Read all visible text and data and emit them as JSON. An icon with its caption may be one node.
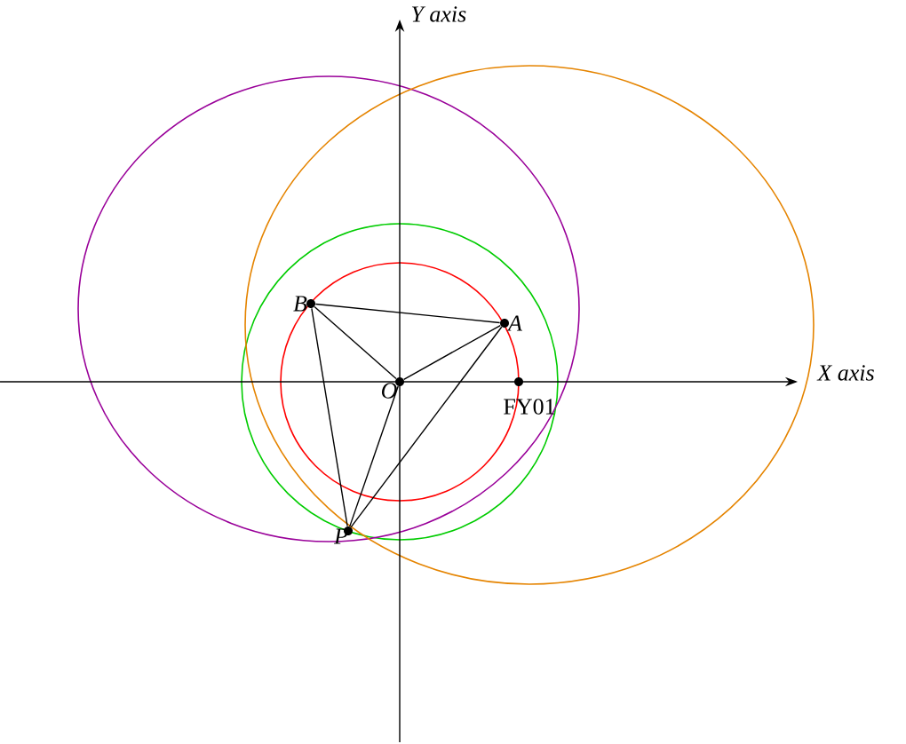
{
  "diagram": {
    "nodes": [
      {
        "text": [
          "O"
        ]
      },
      {
        "text": [
          "A"
        ]
      },
      {
        "text": [
          "B"
        ]
      },
      {
        "text": [
          "P"
        ]
      },
      {
        "text": [
          "FY01"
        ]
      }
    ],
    "edges": [
      {
        "from": 2,
        "to": 1,
        "arrow": "none"
      },
      {
        "from": 2,
        "to": 0,
        "arrow": "none"
      },
      {
        "from": 0,
        "to": 1,
        "arrow": "none"
      },
      {
        "from": 2,
        "to": 3,
        "arrow": "none"
      },
      {
        "from": 3,
        "to": 0,
        "arrow": "none"
      },
      {
        "from": 3,
        "to": 1,
        "arrow": "none"
      }
    ],
    "labels": [
      "Y axis",
      "X axis"
    ]
  }
}
